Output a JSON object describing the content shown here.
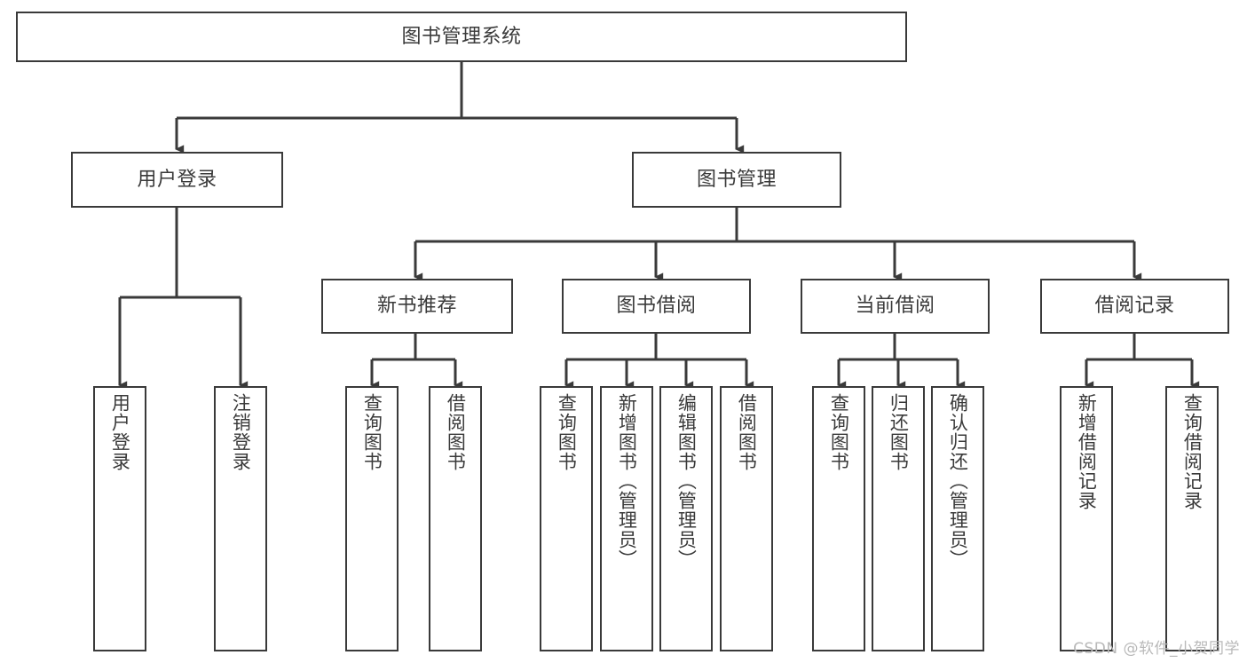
{
  "diagram": {
    "title": "图书管理系统",
    "type": "hierarchy-tree",
    "watermark": "CSDN @软件_小贺同学",
    "colors": {
      "stroke": "#3a3a3a",
      "fill": "#ffffff",
      "text": "#3a3a3a",
      "watermark": "#b9b9b9"
    },
    "nodes": {
      "root": {
        "label": "图书管理系统"
      },
      "level2": [
        {
          "label": "用户登录"
        },
        {
          "label": "图书管理"
        }
      ],
      "level3": [
        {
          "label": "新书推荐"
        },
        {
          "label": "图书借阅"
        },
        {
          "label": "当前借阅"
        },
        {
          "label": "借阅记录"
        }
      ],
      "leaves": {
        "user_login": [
          {
            "label": "用户登录"
          },
          {
            "label": "注销登录"
          }
        ],
        "new_book_recommend": [
          {
            "label": "查询图书"
          },
          {
            "label": "借阅图书"
          }
        ],
        "book_borrow": [
          {
            "label": "查询图书"
          },
          {
            "label": "新增图书（管理员）"
          },
          {
            "label": "编辑图书（管理员）"
          },
          {
            "label": "借阅图书"
          }
        ],
        "current_borrow": [
          {
            "label": "查询图书"
          },
          {
            "label": "归还图书"
          },
          {
            "label": "确认归还（管理员）"
          }
        ],
        "borrow_record": [
          {
            "label": "新增借阅记录"
          },
          {
            "label": "查询借阅记录"
          }
        ]
      }
    }
  }
}
